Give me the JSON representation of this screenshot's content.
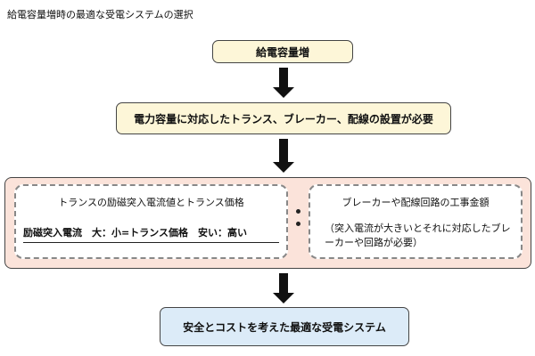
{
  "title": "給電容量増時の最適な受電システムの選択",
  "steps": {
    "step1": "給電容量増",
    "step2": "電力容量に対応したトランス、ブレーカー、配線の設置が必要"
  },
  "comparison": {
    "left_heading": "トランスの励磁突入電流値とトランス価格",
    "left_body": "励磁突入電流　大：小=トランス価格　安い：高い",
    "right_heading": "ブレーカーや配線回路の工事金額",
    "right_body": "（突入電流が大きいとそれに対応したブレーカーや回路が必要）"
  },
  "result": "安全とコストを考えた最適な受電システム",
  "colors": {
    "cream_box": "#fdf6d8",
    "group_background": "#fbe3da",
    "result_box": "#dcebf8"
  }
}
